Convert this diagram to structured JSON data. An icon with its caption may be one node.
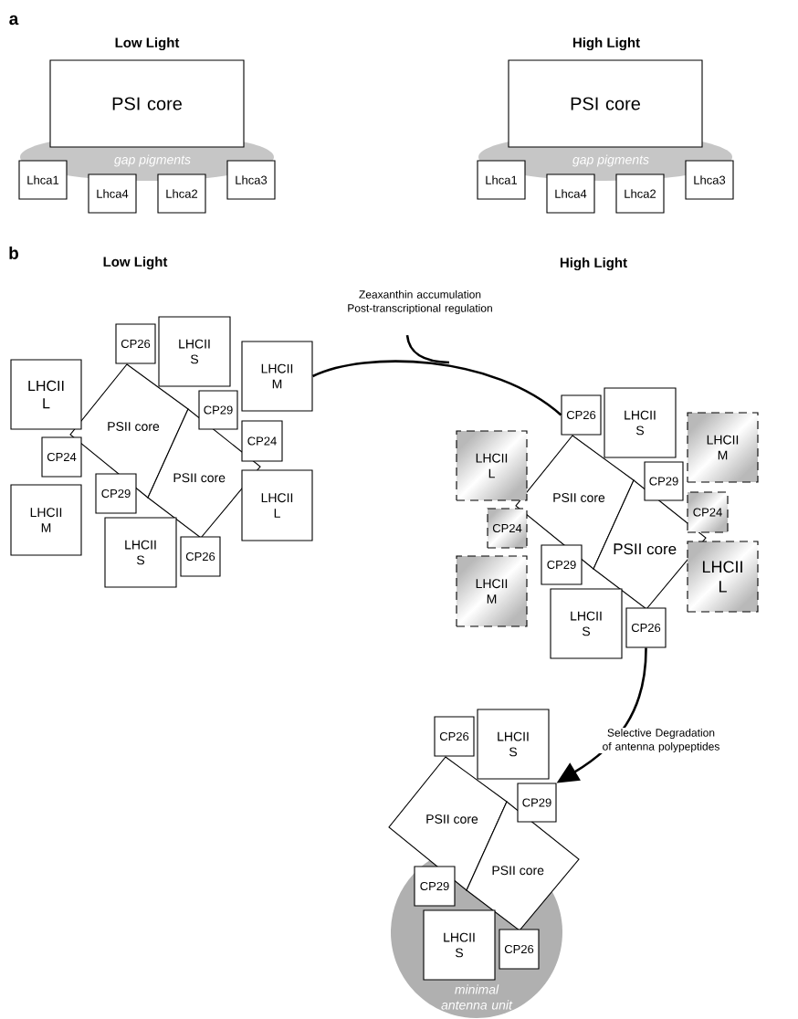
{
  "diagram": {
    "nodes": [
      {
        "text": [
          "PSI core"
        ]
      },
      {
        "text": [
          "gap pigments"
        ]
      },
      {
        "text": [
          "Lhca1"
        ]
      },
      {
        "text": [
          "Lhca4"
        ]
      },
      {
        "text": [
          "Lhca2"
        ]
      },
      {
        "text": [
          "Lhca3"
        ]
      },
      {
        "text": [
          "PSI core"
        ]
      },
      {
        "text": [
          "gap pigments"
        ]
      },
      {
        "text": [
          "Lhca1"
        ]
      },
      {
        "text": [
          "Lhca4"
        ]
      },
      {
        "text": [
          "Lhca2"
        ]
      },
      {
        "text": [
          "Lhca3"
        ]
      },
      {
        "text": [
          "CP26"
        ]
      },
      {
        "text": [
          "LHCII S"
        ]
      },
      {
        "text": [
          "LHCII M"
        ]
      },
      {
        "text": [
          "LHCII L"
        ]
      },
      {
        "text": [
          "PSII core"
        ]
      },
      {
        "text": [
          "CP29"
        ]
      },
      {
        "text": [
          "CP24"
        ]
      },
      {
        "text": [
          "CP24"
        ]
      },
      {
        "text": [
          "PSII core"
        ]
      },
      {
        "text": [
          "LHCII M"
        ]
      },
      {
        "text": [
          "CP29"
        ]
      },
      {
        "text": [
          "LHCII L"
        ]
      },
      {
        "text": [
          "LHCII S"
        ]
      },
      {
        "text": [
          "CP26"
        ]
      },
      {
        "text": [
          "CP26"
        ]
      },
      {
        "text": [
          "LHCII S"
        ]
      },
      {
        "text": [
          "LHCII M"
        ]
      },
      {
        "text": [
          "LHCII L"
        ]
      },
      {
        "text": [
          "PSII core"
        ]
      },
      {
        "text": [
          "CP29"
        ]
      },
      {
        "text": [
          "CP24"
        ]
      },
      {
        "text": [
          "CP24"
        ]
      },
      {
        "text": [
          "PSII core"
        ]
      },
      {
        "text": [
          "LHCII M"
        ]
      },
      {
        "text": [
          "CP29"
        ]
      },
      {
        "text": [
          "LHCII L"
        ]
      },
      {
        "text": [
          "LHCII S"
        ]
      },
      {
        "text": [
          "CP26"
        ]
      },
      {
        "text": [
          "minimal antenna unit"
        ]
      },
      {
        "text": [
          "CP26"
        ]
      },
      {
        "text": [
          "LHCII S"
        ]
      },
      {
        "text": [
          "PSII core"
        ]
      },
      {
        "text": [
          "CP29"
        ]
      },
      {
        "text": [
          "PSII core"
        ]
      },
      {
        "text": [
          "CP29"
        ],
        "in": 40
      },
      {
        "text": [
          "LHCII S"
        ],
        "in": 40
      },
      {
        "text": [
          "CP26"
        ],
        "in": 40
      }
    ],
    "edges": [
      {
        "from": 14,
        "to": 26,
        "arrow": "none",
        "label": "Zeaxanthin accumulation Post-transcriptional regulation"
      },
      {
        "from": 39,
        "to": 44,
        "arrow": "to",
        "label": "Selective Degradation of antenna polypeptides"
      }
    ],
    "labels": [
      "a",
      "Low Light",
      "High Light",
      "b",
      "Low Light",
      "High Light"
    ]
  }
}
